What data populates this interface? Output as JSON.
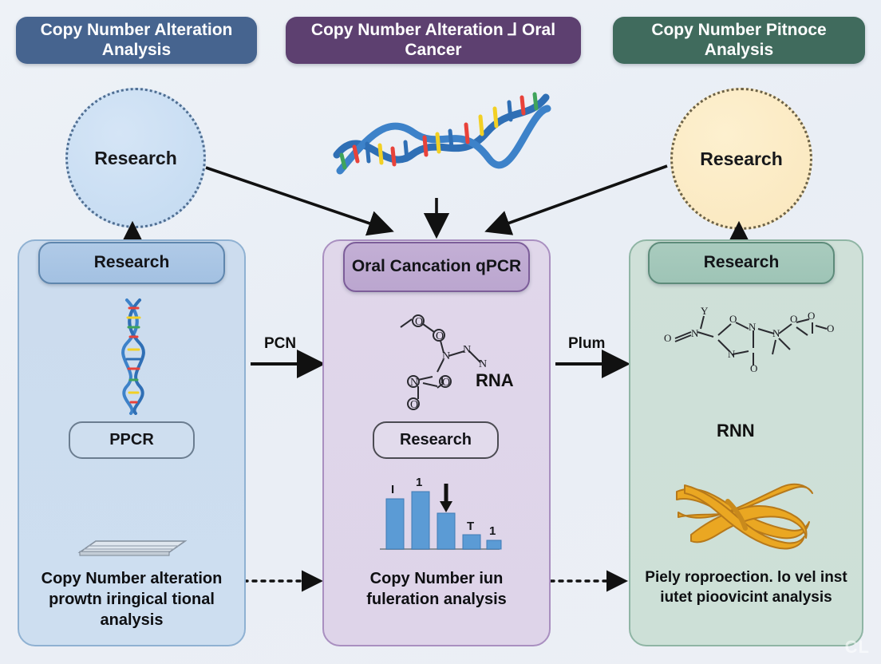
{
  "headers": {
    "left": "Copy Number Alteration Analysis",
    "middle": "Copy Number Alteration ⅃ Oral Cancer",
    "right": "Copy Number Pitnoce Analysis"
  },
  "circles": {
    "left": {
      "label": "Research",
      "color": "#c3daf1",
      "border": "#4f6e92"
    },
    "right": {
      "label": "Research",
      "color": "#fae7bd",
      "border": "#6c6247"
    }
  },
  "panels": {
    "left": {
      "head": "Research",
      "inner_pill": "PPCR",
      "caption": "Copy Number alteration prowtn iringical tional analysis",
      "bg": "#ccdcee",
      "border": "#8fb1d2"
    },
    "middle": {
      "head": "Oral Cancation qPCR",
      "inner_pill": "Research",
      "molecule_label": "RNA",
      "caption": "Copy Number iun fuleration analysis",
      "bg": "#ded4e9",
      "border": "#a98fc0"
    },
    "right": {
      "head": "Research",
      "molecule_label": "RNN",
      "caption": "Piely roproection. lo vel inst iutet pioovicint analysis",
      "bg": "#cde0d7",
      "border": "#8fb5a4"
    }
  },
  "arrows": {
    "left_to_middle_label": "PCN",
    "middle_to_right_label": "Plum"
  },
  "chart_data": {
    "type": "bar",
    "title": "",
    "categories": [
      "I",
      "1",
      "",
      "T",
      "1"
    ],
    "values": [
      72,
      86,
      52,
      20,
      12
    ],
    "value_labels": [
      "I",
      "1",
      "",
      "T",
      "1"
    ],
    "bar_color": "#5b9bd5",
    "xlabel": "",
    "ylabel": "",
    "ylim": [
      0,
      100
    ],
    "grid": false,
    "annotation": "down-arrow over third bar"
  },
  "icons": {
    "dna_helix": "dna-helix-icon",
    "dna_strip": "dna-strand-icon",
    "gel": "gel-slide-icon",
    "chromosome": "chromosome-icon",
    "molecule_mid": "molecule-structure-icon",
    "molecule_right": "molecule-structure-icon"
  },
  "watermark": "CL"
}
